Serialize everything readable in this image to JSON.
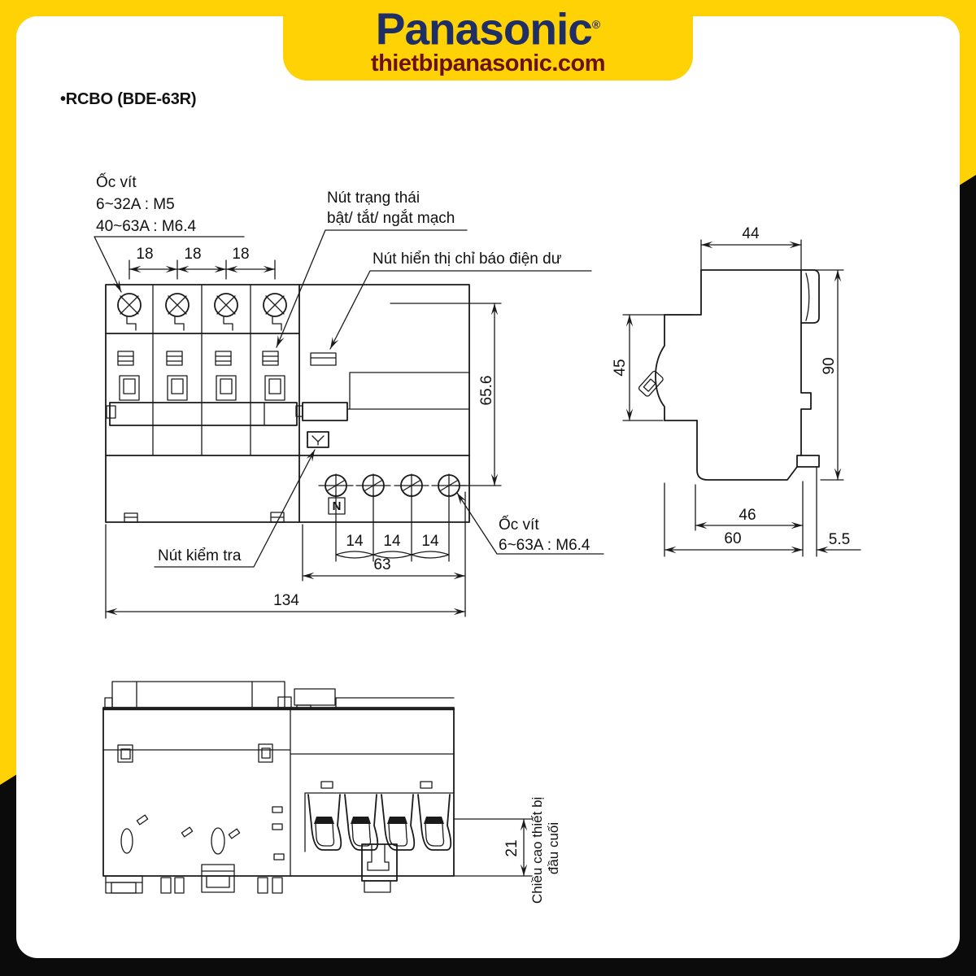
{
  "header": {
    "logo": "Panasonic",
    "registered_mark": "®",
    "website": "thietbipanasonic.com",
    "brand_yellow": "#FFD205",
    "logo_blue": "#1f2f66",
    "website_red": "#6d1012",
    "ribbon_black": "#0b0b0b"
  },
  "title": "•RCBO (BDE-63R)",
  "front_view": {
    "labels": {
      "top_screw": {
        "title": "Ốc vít",
        "spec1": "6~32A : M5",
        "spec2": "40~63A : M6.4"
      },
      "status_button": {
        "line1": "Nút trạng thái",
        "line2": "bật/ tắt/ ngắt mạch"
      },
      "residual_indicator": "Nút hiển thị chỉ báo điện dư",
      "test_button": "Nút kiểm tra",
      "bottom_screw": {
        "title": "Ốc vít",
        "spec": "6~63A : M6.4"
      },
      "neutral_marker": "N"
    },
    "dimensions": {
      "pole_pitch": [
        "18",
        "18",
        "18"
      ],
      "height": "65.6",
      "terminal_pitch": [
        "14",
        "14",
        "14"
      ],
      "terminal_span": "63",
      "width": "134"
    }
  },
  "side_view": {
    "dimensions": {
      "top_width": "44",
      "front_height": "45",
      "total_height": "90",
      "inner_bottom_width": "46",
      "bottom_width": "60",
      "rail_depth": "5.5"
    }
  },
  "bottom_view": {
    "dimensions": {
      "terminal_height": "21"
    },
    "caption": {
      "line1": "Chiều cao thiết bị",
      "line2": "đầu cuối"
    }
  },
  "drawing_line_color": "#1a1a1a"
}
